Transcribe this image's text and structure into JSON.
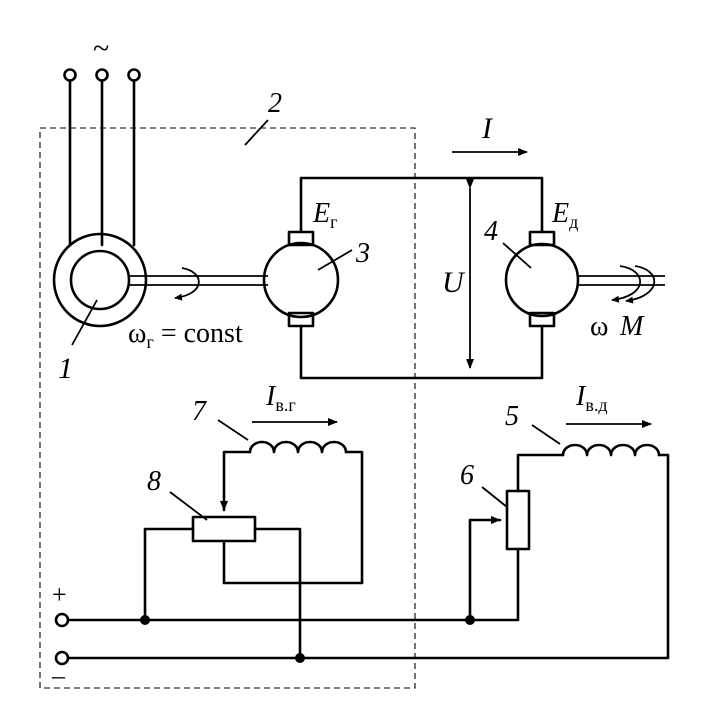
{
  "labels": {
    "ac_symbol": "~",
    "block_2": "2",
    "motor_1": "1",
    "generator_3": "3",
    "dc_motor_4": "4",
    "field_coil_5": "5",
    "rheostat_6": "6",
    "field_coil_7": "7",
    "rheostat_8": "8",
    "current_I": "I",
    "voltage_U": "U",
    "emf_gen": "E",
    "emf_gen_sub": "г",
    "emf_motor": "E",
    "emf_motor_sub": "д",
    "omega_gen": "ω",
    "omega_gen_sub": "г",
    "omega_gen_rest": " = const",
    "omega_motor": "ω",
    "torque_M": "M",
    "field_current_gen": "I",
    "field_current_gen_sub": "в.г",
    "field_current_motor": "I",
    "field_current_motor_sub": "в.д",
    "plus": "+",
    "minus": "–"
  }
}
